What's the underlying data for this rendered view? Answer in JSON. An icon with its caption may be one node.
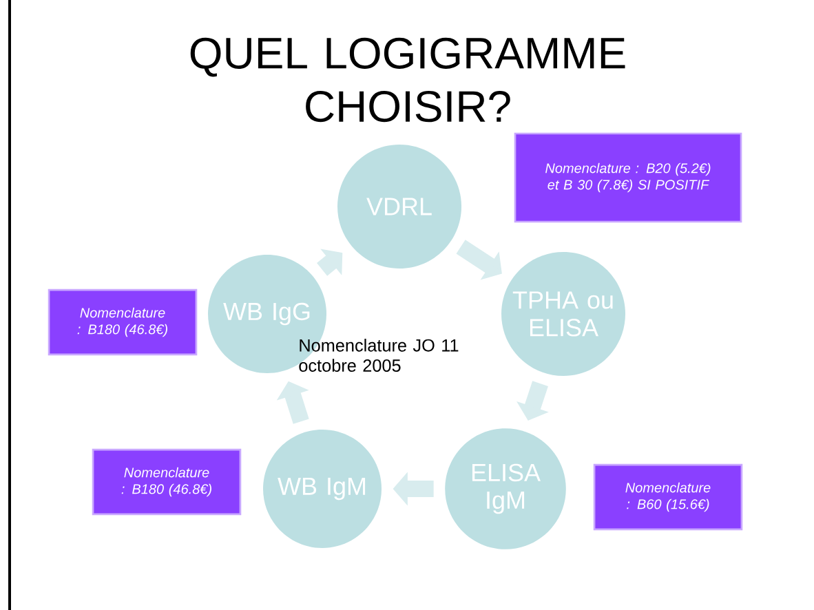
{
  "diagram": {
    "title": "QUEL LOGIGRAMME CHOISIR?",
    "nodes": [
      {
        "text": [
          "VDRL"
        ]
      },
      {
        "text": [
          "TPHA ou ELISA"
        ]
      },
      {
        "text": [
          "ELISA IgM"
        ]
      },
      {
        "text": [
          "WB IgM"
        ]
      },
      {
        "text": [
          "WB IgG"
        ]
      },
      {
        "text": [
          "Nomenclature : B20 (5.2€) et B 30 (7.8€) SI POSITIF"
        ]
      },
      {
        "text": [
          "Nomenclature : B180 (46.8€)"
        ]
      },
      {
        "text": [
          "Nomenclature : B180 (46.8€)"
        ]
      },
      {
        "text": [
          "Nomenclature : B60 (15.6€)"
        ]
      }
    ],
    "edges": [
      {
        "from": 0,
        "to": 1,
        "arrow": "to"
      },
      {
        "from": 1,
        "to": 2,
        "arrow": "to"
      },
      {
        "from": 2,
        "to": 3,
        "arrow": "to"
      },
      {
        "from": 3,
        "to": 4,
        "arrow": "to"
      },
      {
        "from": 4,
        "to": 0,
        "arrow": "to"
      }
    ],
    "labels": [
      "Nomenclature JO 11 octobre 2005"
    ]
  }
}
